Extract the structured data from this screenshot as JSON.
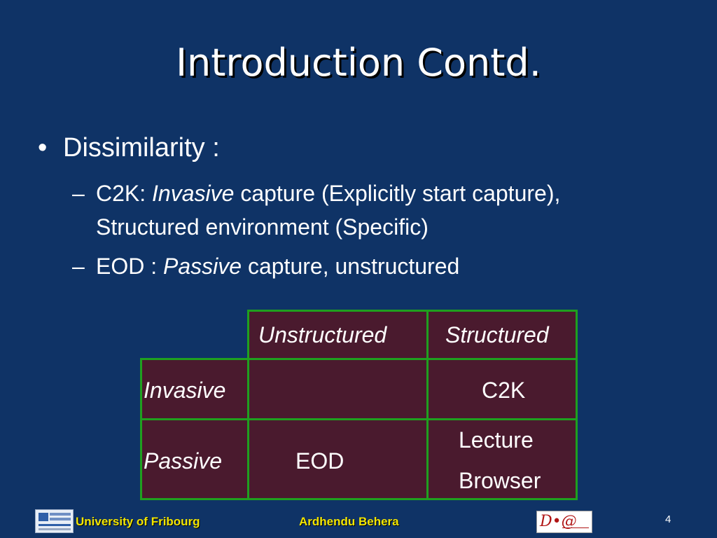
{
  "slide": {
    "title": "Introduction Contd.",
    "bullet": {
      "marker": "•",
      "label": "Dissimilarity :"
    },
    "sub_bullets": [
      {
        "dash": "–",
        "prefix": "C2K: ",
        "emph": "Invasive",
        "rest": " capture (Explicitly start capture),",
        "continuation": "Structured environment (Specific)"
      },
      {
        "dash": "–",
        "prefix": "EOD : ",
        "emph": "Passive",
        "rest": " capture, unstructured",
        "continuation": ""
      }
    ],
    "table": {
      "col_headers": [
        "Unstructured",
        "Structured"
      ],
      "rows": [
        {
          "label": "Invasive",
          "cells": [
            "",
            "C2K"
          ]
        },
        {
          "label": "Passive",
          "cells": [
            "EOD",
            "Lecture",
            "Browser"
          ]
        }
      ]
    }
  },
  "footer": {
    "left_text": "University of Fribourg",
    "center_text": "Ardhendu Behera",
    "badge_text": "D•@",
    "page_number": "4"
  },
  "colors": {
    "background": "#0f3366",
    "grid_line": "#1fa01f",
    "cell_fill": "#4a1a2e",
    "footer_text": "#f2e500"
  }
}
